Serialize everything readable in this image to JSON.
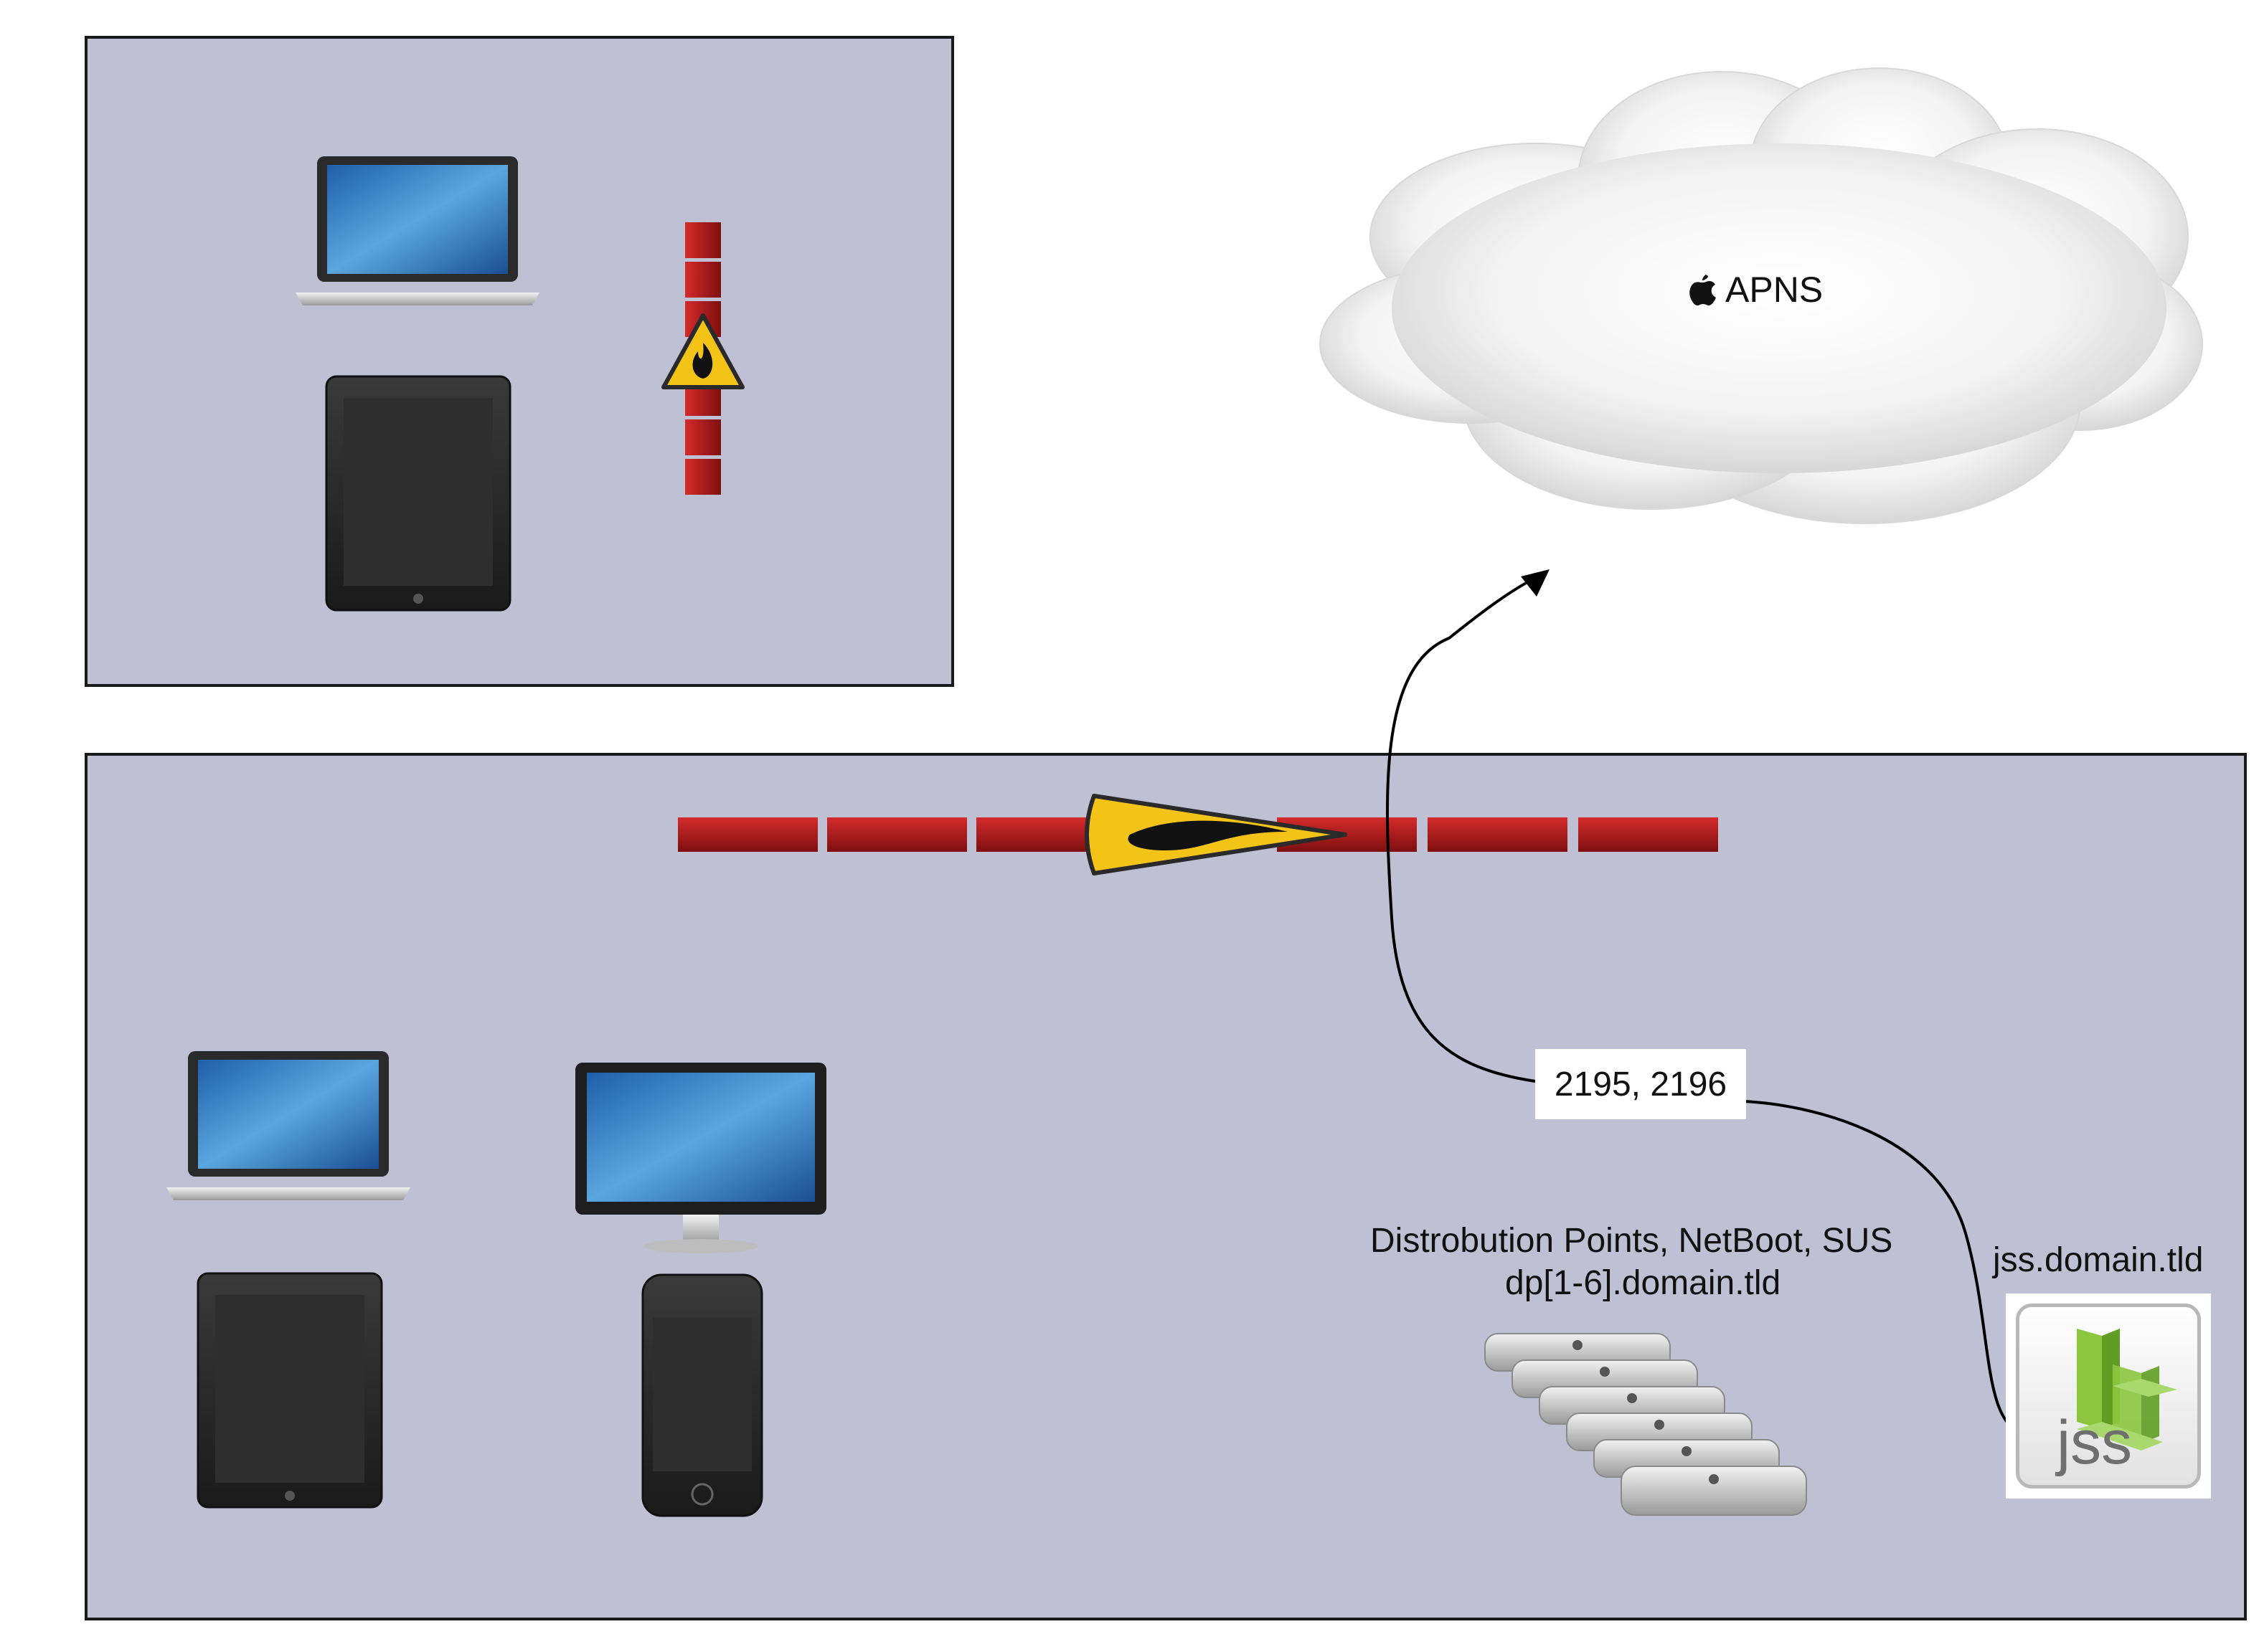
{
  "cloud": {
    "icon": "apple-logo-icon",
    "label": "APNS"
  },
  "connection": {
    "port_label": "2195, 2196"
  },
  "distribution_points": {
    "title": "Distrobution Points, NetBoot, SUS",
    "host": "dp[1-6].domain.tld",
    "icon": "mac-mini-icon",
    "count": 6
  },
  "jss": {
    "host": "jss.domain.tld",
    "logo_text": "jss",
    "icon": "jss-logo-icon"
  },
  "zones": [
    {
      "name": "remote-zone",
      "devices": [
        "macbook-icon",
        "ipad-icon"
      ],
      "firewall": "vertical"
    },
    {
      "name": "internal-zone",
      "devices": [
        "macbook-icon",
        "imac-display-icon",
        "ipad-icon",
        "ipod-touch-icon"
      ],
      "firewall": "horizontal"
    }
  ],
  "colors": {
    "zone_fill": "#bfc0d4",
    "firewall_brick": "#b41b1b",
    "warning_yellow": "#f3c417",
    "screen_blue": "#2f7fc7"
  }
}
